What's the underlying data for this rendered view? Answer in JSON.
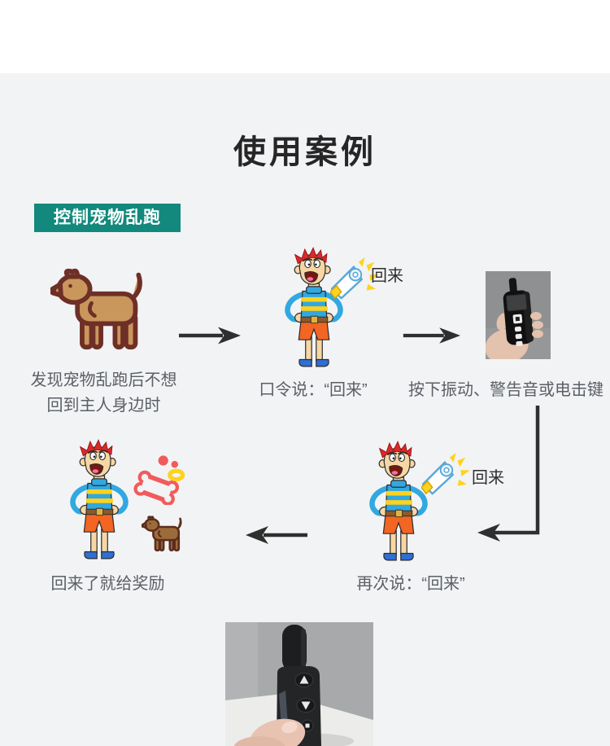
{
  "header": {
    "title": "使用案例"
  },
  "section": {
    "tag": "控制宠物乱跑"
  },
  "steps": {
    "s1": {
      "line1": "发现宠物乱跑后不想",
      "line2": "回到主人身边时"
    },
    "s2": {
      "caption": "口令说：“回来”",
      "shout": "回来"
    },
    "s3": {
      "caption": "按下振动、警告音或电击键"
    },
    "s4": {
      "caption": "再次说：“回来”",
      "shout": "回来"
    },
    "s5": {
      "caption": "回来了就给奖励"
    }
  },
  "colors": {
    "accent_green": "#12897c",
    "background_gray": "#f2f3f5",
    "caption_text": "#5b5f66"
  }
}
